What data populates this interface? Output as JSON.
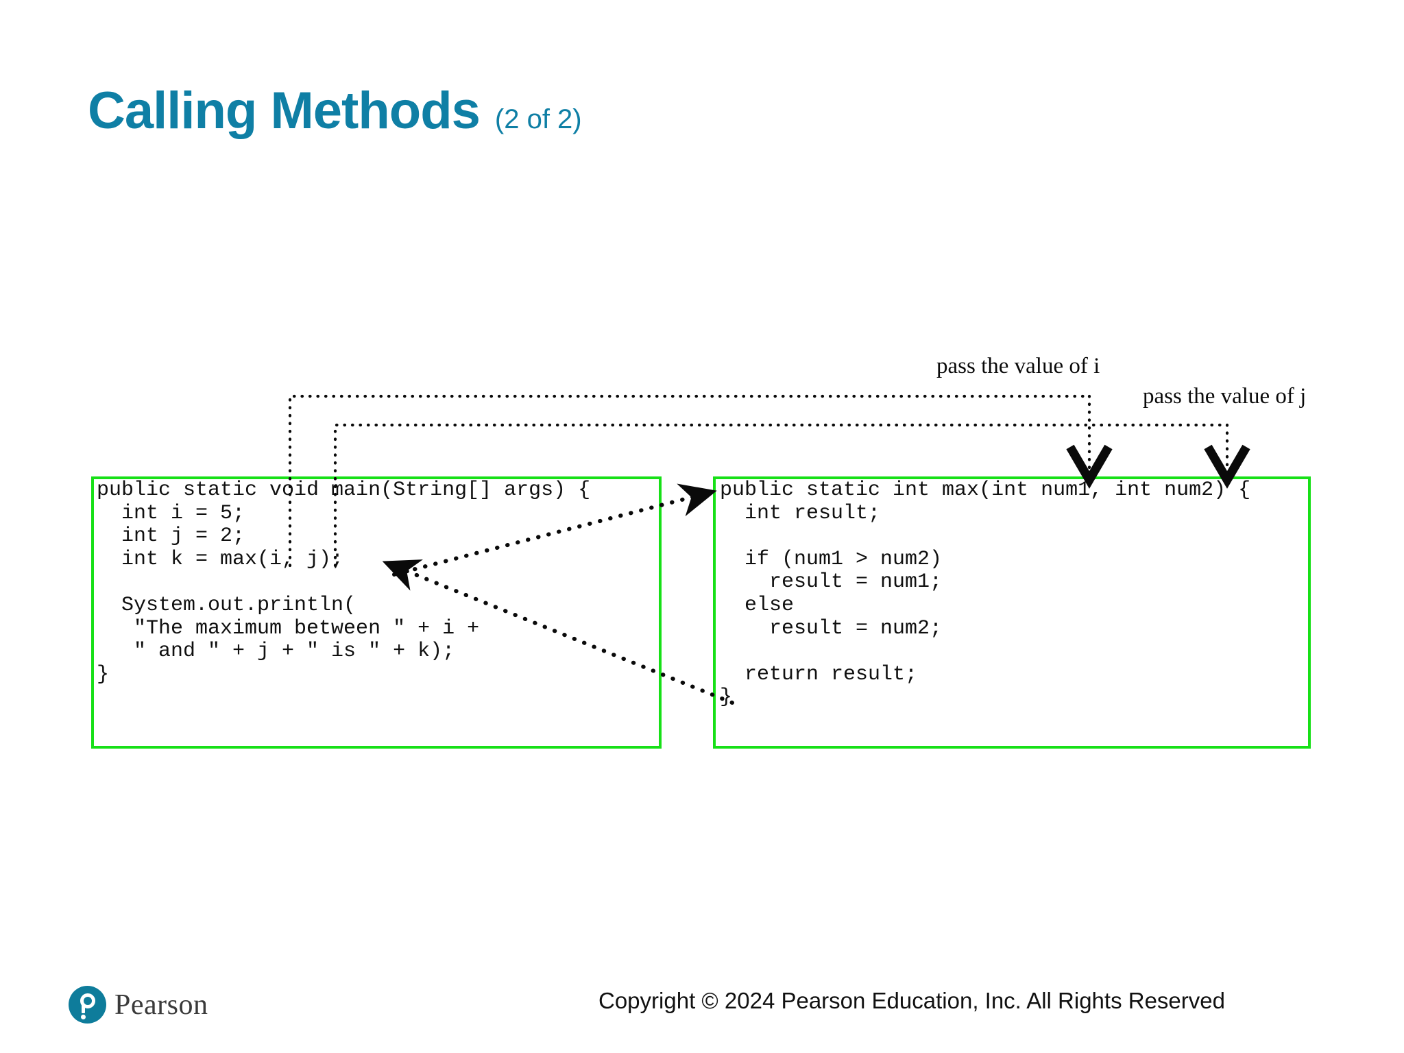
{
  "slide": {
    "title_main": "Calling Methods",
    "title_sub": "(2 of 2)",
    "accent_color": "#0F7FA5",
    "code_border_color": "#17E017",
    "background": "#FFFFFF"
  },
  "code_panels": [
    {
      "id": "main-method",
      "name": "main method code",
      "code": "public static void main(String[] args) {\n  int i = 5;\n  int j = 2;\n  int k = max(i, j);\n\n  System.out.println(\n   \"The maximum between \" + i +\n   \" and \" + j + \" is \" + k);\n}"
    },
    {
      "id": "max-method",
      "name": "max method code",
      "code": "public static int max(int num1, int num2) {\n  int result;\n\n  if (num1 > num2)\n    result = num1;\n  else\n    result = num2;\n\n  return result;\n}"
    }
  ],
  "annotations": {
    "pass_i": "pass the value of i",
    "pass_j": "pass the value of j"
  },
  "footer": {
    "copyright": "Copyright © 2024 Pearson Education, Inc. All Rights Reserved",
    "brand": "Pearson"
  }
}
